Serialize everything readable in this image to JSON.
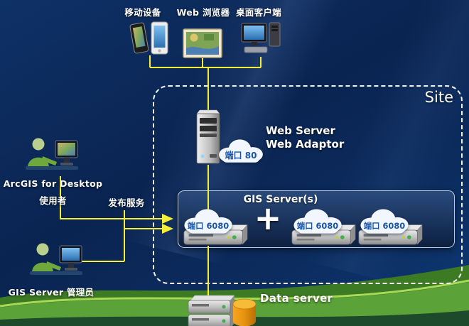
{
  "clients": {
    "items": [
      {
        "label": "移动设备"
      },
      {
        "label": "Web 浏览器"
      },
      {
        "label": "桌面客户端"
      }
    ]
  },
  "site": {
    "label": "Site"
  },
  "web_server": {
    "name_line1": "Web Server",
    "name_line2": "Web Adaptor",
    "port_label": "端口 80"
  },
  "gis": {
    "title": "GIS Server(s)",
    "plus_sign": "+",
    "servers": [
      {
        "port_label": "端口 6080"
      },
      {
        "port_label": "端口 6080"
      },
      {
        "port_label": "端口 6080"
      }
    ]
  },
  "actors": {
    "desktop_user_line1": "ArcGIS for Desktop",
    "desktop_user_line2": "使用者",
    "publish_label": "发布服务",
    "admin_label": "GIS Server 管理员"
  },
  "data_server": {
    "label": "Data server"
  },
  "colors": {
    "background_top": "#0e3166",
    "background_bottom": "#0a2451",
    "connector_yellow": "#f6ef3a",
    "cloud_text_blue": "#1a56a8",
    "site_border": "#ffffff",
    "green_band": "#5ba339",
    "database_orange": "#e8920e"
  }
}
